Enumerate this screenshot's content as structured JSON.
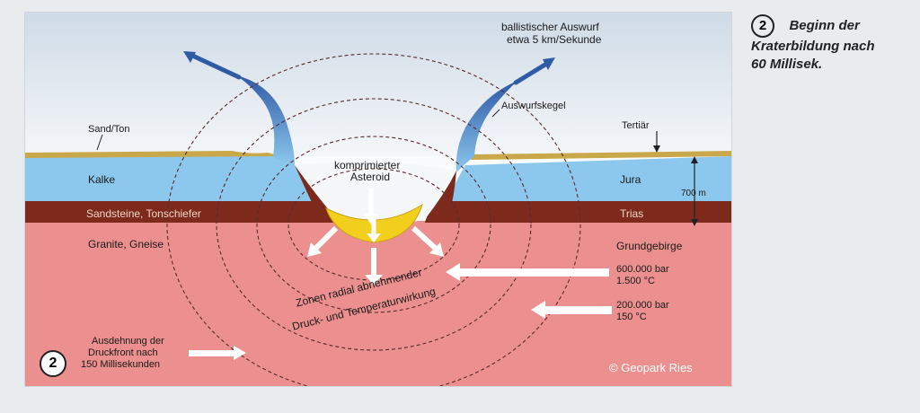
{
  "side": {
    "number": "2",
    "title_line1": "Beginn der",
    "title_line2": "Kraterbildung nach",
    "title_line3": "60 Millisek."
  },
  "labels": {
    "sand_ton": "Sand/Ton",
    "kalke": "Kalke",
    "sandsteine": "Sandsteine, Tonschiefer",
    "granite": "Granite, Gneise",
    "ballistic_1": "ballistischer Auswurf",
    "ballistic_2": "etwa 5 km/Sekunde",
    "auswurfskegel": "Auswurfskegel",
    "komprimiert_1": "komprimierter",
    "komprimiert_2": "Asteroid",
    "tertiaer": "Tertiär",
    "jura": "Jura",
    "thickness": "700 m",
    "trias": "Trias",
    "grundgebirge": "Grundgebirge",
    "p1_pressure": "600.000 bar",
    "p1_temp": "1.500 °C",
    "p2_pressure": "200.000 bar",
    "p2_temp": "150 °C",
    "zonen_1": "Zonen radial abnehmender",
    "zonen_2": "Druck- und Temperaturwirkung",
    "ausdehnung_1": "Ausdehnung der",
    "ausdehnung_2": "Druckfront nach",
    "ausdehnung_3": "150 Millisekunden",
    "badge_number": "2",
    "copyright": "© Geopark Ries"
  },
  "colors": {
    "sky": "#dde6ee",
    "sand": "#c9a84a",
    "limestone": "#8cc8ee",
    "sandstone": "#7d2a1c",
    "basement": "#ec8f8f",
    "asteroid": "#f2cf1c",
    "ejecta_arrow": "#2f5aa6"
  }
}
